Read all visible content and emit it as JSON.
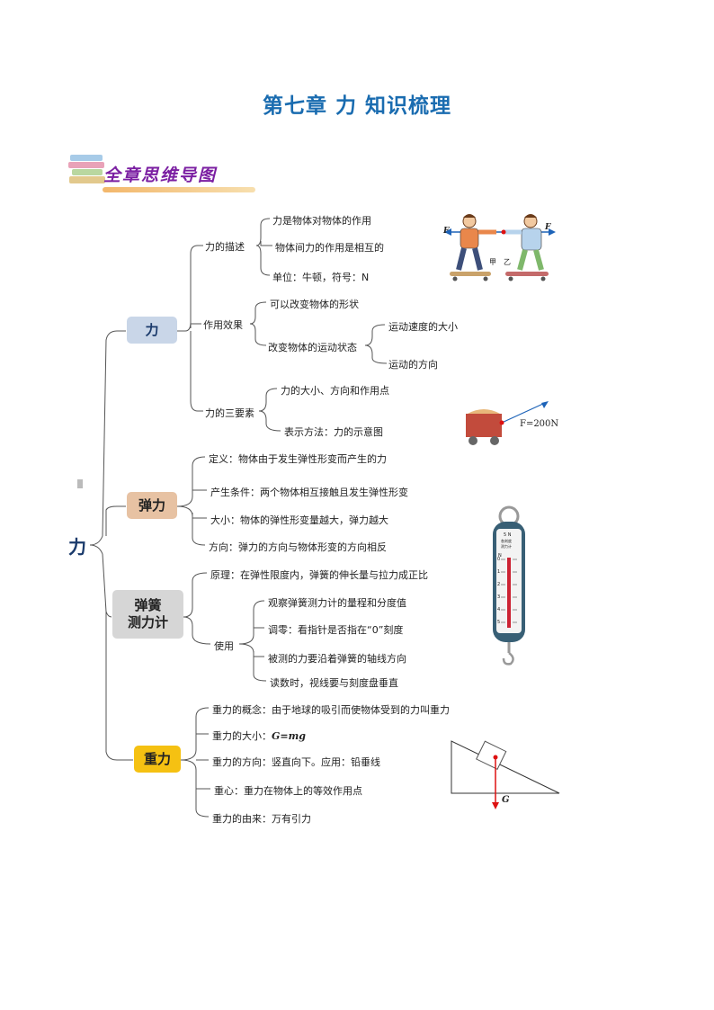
{
  "title": "第七章  力  知识梳理",
  "banner": "全章思维导图",
  "root": "力",
  "branches": {
    "force": {
      "label": "力",
      "desc": {
        "label": "力的描述",
        "items": [
          "力是物体对物体的作用",
          "物体间力的作用是相互的",
          "单位：牛顿，符号：N"
        ]
      },
      "effect": {
        "label": "作用效果",
        "items": [
          "可以改变物体的形状",
          "改变物体的运动状态"
        ],
        "sub": [
          "运动速度的大小",
          "运动的方向"
        ]
      },
      "three": {
        "label": "力的三要素",
        "items": [
          "力的大小、方向和作用点",
          "表示方法：力的示意图"
        ]
      }
    },
    "elastic": {
      "label": "弹力",
      "items": [
        "定义：物体由于发生弹性形变而产生的力",
        "产生条件：两个物体相互接触且发生弹性形变",
        "大小：物体的弹性形变量越大，弹力越大",
        "方向：弹力的方向与物体形变的方向相反"
      ]
    },
    "spring": {
      "label": "弹簧\n测力计",
      "principle": "原理：在弹性限度内，弹簧的伸长量与拉力成正比",
      "use": {
        "label": "使用",
        "items": [
          "观察弹簧测力计的量程和分度值",
          "调零：看指针是否指在“0”刻度",
          "被测的力要沿着弹簧的轴线方向",
          "读数时，视线要与刻度盘垂直"
        ]
      }
    },
    "gravity": {
      "label": "重力",
      "items": [
        "重力的概念：由于地球的吸引而使物体受到的力叫重力",
        "重力的大小：",
        "重力的方向：竖直向下。应用：铅垂线",
        "重心：重力在物体上的等效作用点",
        "重力的由来：万有引力"
      ],
      "formula": "G=mg"
    }
  },
  "figures": {
    "skaters": {
      "f_left": "F",
      "f_right": "F",
      "jia": "甲",
      "yi": "乙"
    },
    "cart": {
      "label": "F=200N"
    },
    "gauge": {
      "top": "5 N",
      "sub1": "各刻度",
      "sub2": "测力计",
      "n": "N",
      "scale": [
        "0",
        "1",
        "2",
        "3",
        "4",
        "5"
      ]
    },
    "incline": {
      "label": "G"
    }
  },
  "colors": {
    "force": "#c9d6e8",
    "elastic": "#e7c2a3",
    "spring": "#d6d6d6",
    "gravity": "#f5c112",
    "line": "#555555"
  }
}
